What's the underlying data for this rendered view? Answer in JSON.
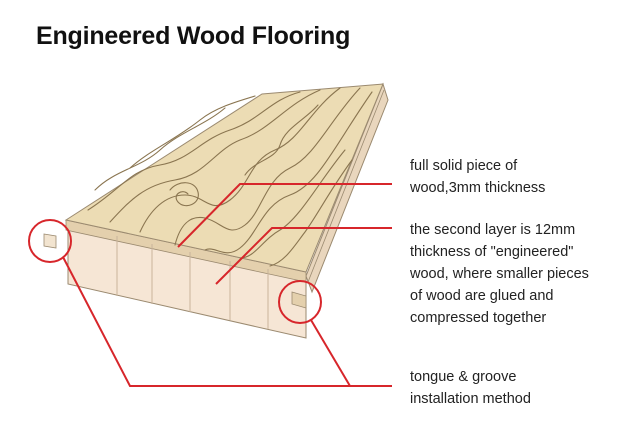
{
  "title": "Engineered Wood Flooring",
  "labels": {
    "top_layer": [
      "full solid piece of",
      "wood,3mm thickness"
    ],
    "engineered_layer": [
      "the second layer is 12mm",
      "thickness of \"engineered\"",
      "wood, where smaller pieces",
      "of wood are glued and",
      "compressed together"
    ],
    "tongue_groove": [
      "tongue & groove",
      "installation method"
    ]
  },
  "colors": {
    "callout": "#d7262b",
    "veneer_top": "#ecdcb4",
    "core_side": "#f6e6d5",
    "grain": "#8a7550"
  }
}
